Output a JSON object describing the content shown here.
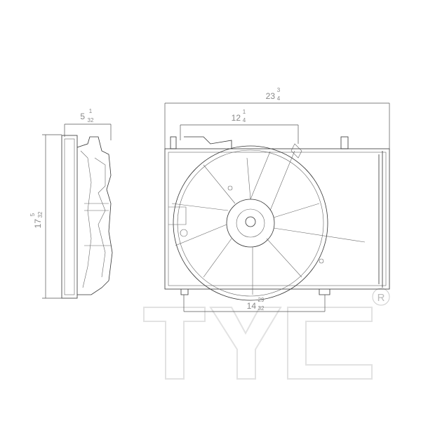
{
  "dimensions": {
    "overall_width": {
      "whole": "23",
      "num": "3",
      "den": "4"
    },
    "fan_span": {
      "whole": "12",
      "num": "1",
      "den": "4"
    },
    "depth": {
      "whole": "5",
      "num": "1",
      "den": "32"
    },
    "height": {
      "whole": "17",
      "num": "5",
      "den": "32"
    },
    "mount_span": {
      "whole": "14",
      "num": "29",
      "den": "32"
    }
  },
  "watermark": {
    "logo": "TYC",
    "registered": "R"
  },
  "colors": {
    "line": "#333333",
    "dimension_text": "#888888",
    "watermark": "#e2e2e2"
  }
}
